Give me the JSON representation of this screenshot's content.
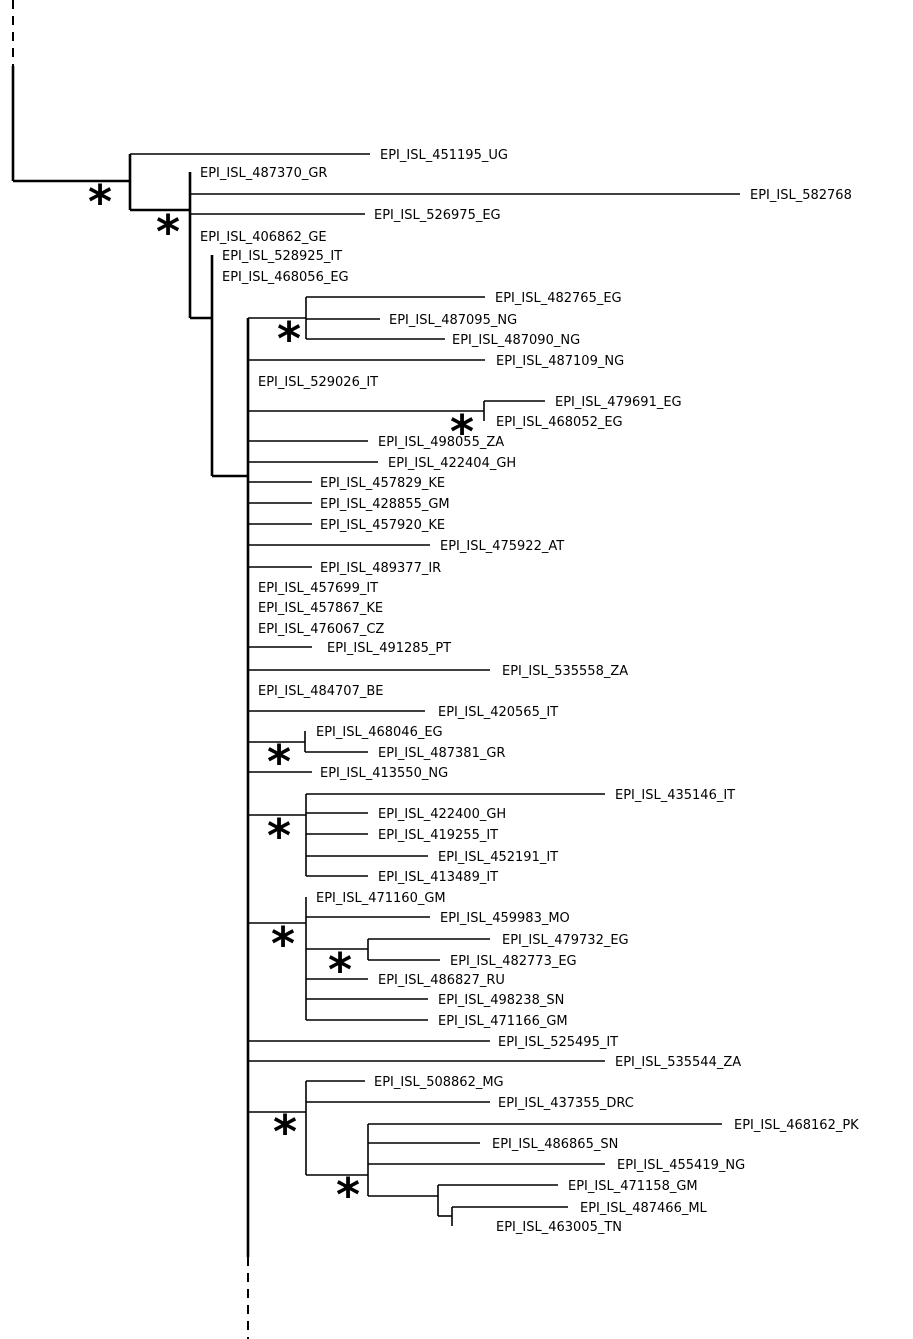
{
  "highlight_color": "#ee1c1c",
  "support_marker": "*",
  "tree": {
    "tips": [
      {
        "id": "ug451195",
        "label": "EPI_ISL_451195_UG"
      },
      {
        "id": "gr487370",
        "label": "EPI_ISL_487370_GR"
      },
      {
        "id": "q582768",
        "label": "EPI_ISL_582768",
        "highlight": true
      },
      {
        "id": "eg526975",
        "label": "EPI_ISL_526975_EG"
      },
      {
        "id": "ge406862",
        "label": "EPI_ISL_406862_GE"
      },
      {
        "id": "it528925",
        "label": "EPI_ISL_528925_IT"
      },
      {
        "id": "eg468056",
        "label": "EPI_ISL_468056_EG"
      },
      {
        "id": "eg482765",
        "label": "EPI_ISL_482765_EG"
      },
      {
        "id": "ng487095",
        "label": "EPI_ISL_487095_NG"
      },
      {
        "id": "ng487090",
        "label": "EPI_ISL_487090_NG"
      },
      {
        "id": "ng487109",
        "label": "EPI_ISL_487109_NG"
      },
      {
        "id": "it529026",
        "label": "EPI_ISL_529026_IT"
      },
      {
        "id": "eg479691",
        "label": "EPI_ISL_479691_EG"
      },
      {
        "id": "eg468052",
        "label": "EPI_ISL_468052_EG"
      },
      {
        "id": "za498055",
        "label": "EPI_ISL_498055_ZA"
      },
      {
        "id": "gh422404",
        "label": "EPI_ISL_422404_GH"
      },
      {
        "id": "ke457829",
        "label": "EPI_ISL_457829_KE"
      },
      {
        "id": "gm428855",
        "label": "EPI_ISL_428855_GM"
      },
      {
        "id": "ke457920",
        "label": "EPI_ISL_457920_KE"
      },
      {
        "id": "at475922",
        "label": "EPI_ISL_475922_AT"
      },
      {
        "id": "ir489377",
        "label": "EPI_ISL_489377_IR"
      },
      {
        "id": "it457699",
        "label": "EPI_ISL_457699_IT"
      },
      {
        "id": "ke457867",
        "label": "EPI_ISL_457867_KE"
      },
      {
        "id": "cz476067",
        "label": "EPI_ISL_476067_CZ"
      },
      {
        "id": "pt491285",
        "label": "EPI_ISL_491285_PT"
      },
      {
        "id": "za535558",
        "label": "EPI_ISL_535558_ZA"
      },
      {
        "id": "be484707",
        "label": "EPI_ISL_484707_BE"
      },
      {
        "id": "it420565",
        "label": "EPI_ISL_420565_IT"
      },
      {
        "id": "eg468046",
        "label": "EPI_ISL_468046_EG"
      },
      {
        "id": "gr487381",
        "label": "EPI_ISL_487381_GR"
      },
      {
        "id": "ng413550",
        "label": "EPI_ISL_413550_NG"
      },
      {
        "id": "it435146",
        "label": "EPI_ISL_435146_IT"
      },
      {
        "id": "gh422400",
        "label": "EPI_ISL_422400_GH"
      },
      {
        "id": "it419255",
        "label": "EPI_ISL_419255_IT"
      },
      {
        "id": "it452191",
        "label": "EPI_ISL_452191_IT"
      },
      {
        "id": "it413489",
        "label": "EPI_ISL_413489_IT"
      },
      {
        "id": "gm471160",
        "label": "EPI_ISL_471160_GM"
      },
      {
        "id": "mo459983",
        "label": "EPI_ISL_459983_MO"
      },
      {
        "id": "eg479732",
        "label": "EPI_ISL_479732_EG"
      },
      {
        "id": "eg482773",
        "label": "EPI_ISL_482773_EG"
      },
      {
        "id": "ru486827",
        "label": "EPI_ISL_486827_RU"
      },
      {
        "id": "sn498238",
        "label": "EPI_ISL_498238_SN"
      },
      {
        "id": "gm471166",
        "label": "EPI_ISL_471166_GM"
      },
      {
        "id": "it525495",
        "label": "EPI_ISL_525495_IT"
      },
      {
        "id": "za535544",
        "label": "EPI_ISL_535544_ZA"
      },
      {
        "id": "mg508862",
        "label": "EPI_ISL_508862_MG"
      },
      {
        "id": "drc437355",
        "label": "EPI_ISL_437355_DRC"
      },
      {
        "id": "pk468162",
        "label": "EPI_ISL_468162_PK"
      },
      {
        "id": "sn486865",
        "label": "EPI_ISL_486865_SN"
      },
      {
        "id": "ng455419",
        "label": "EPI_ISL_455419_NG"
      },
      {
        "id": "gm471158",
        "label": "EPI_ISL_471158_GM"
      },
      {
        "id": "ml487466",
        "label": "EPI_ISL_487466_ML"
      },
      {
        "id": "tn463005",
        "label": "EPI_ISL_463005_TN"
      }
    ],
    "supported_clades": [
      "c1",
      "c2",
      "c4",
      "c5",
      "c6",
      "c7",
      "c8",
      "c9",
      "c10",
      "c11"
    ]
  }
}
